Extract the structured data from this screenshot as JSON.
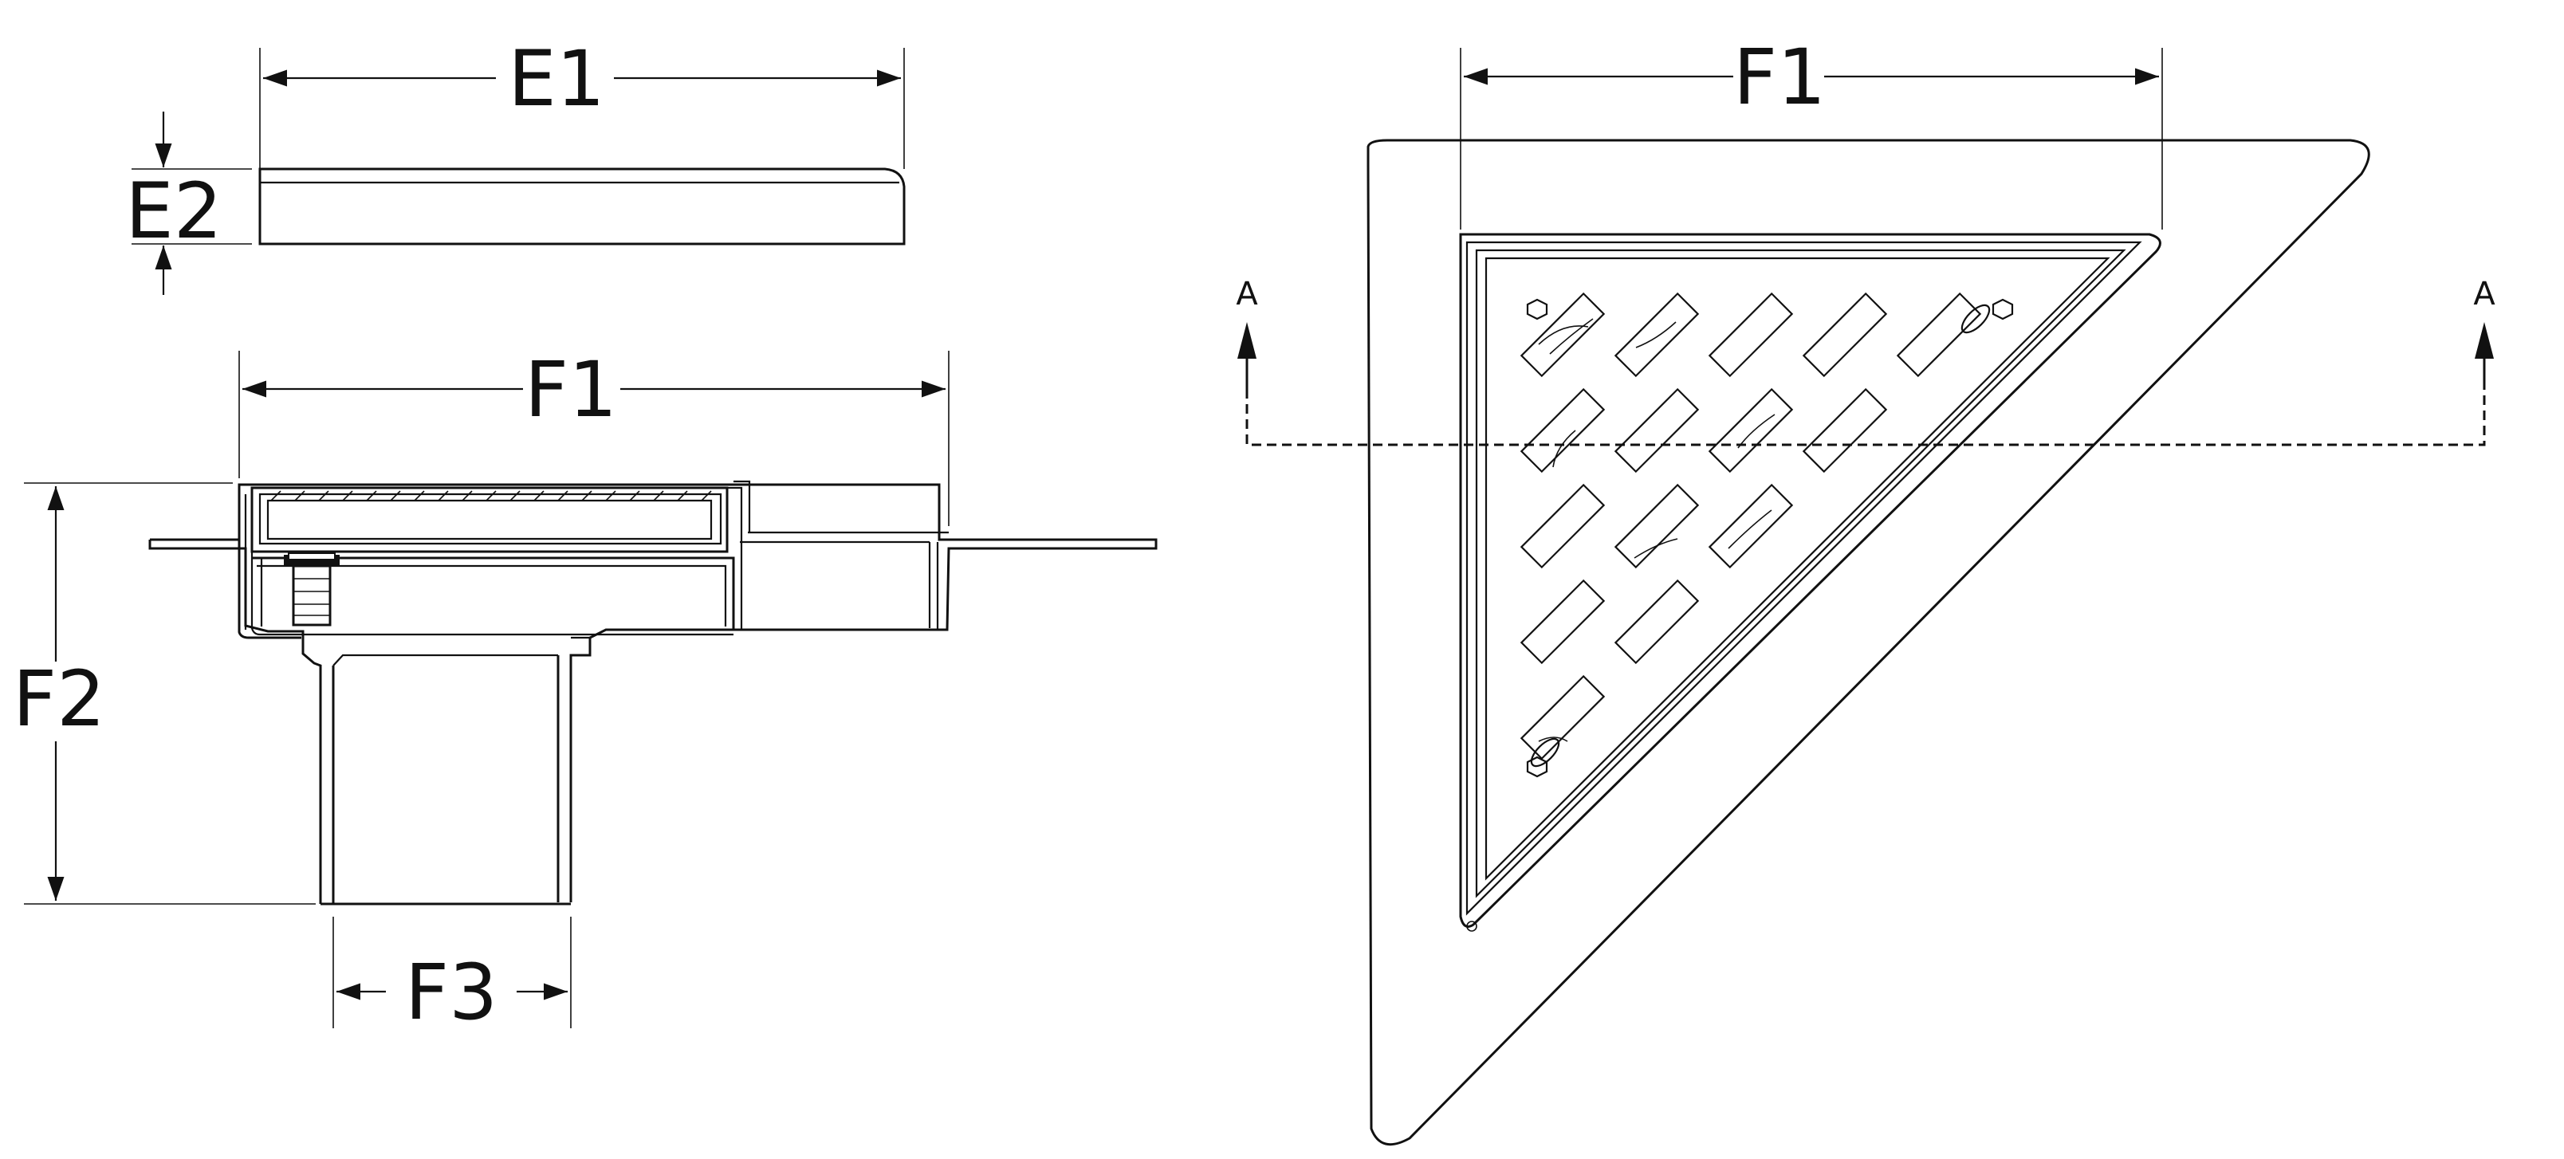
{
  "dimensions": {
    "e1": "E1",
    "e2": "E2",
    "f1_side": "F1",
    "f1_top": "F1",
    "f2": "F2",
    "f3": "F3"
  },
  "section": {
    "left_marker": "A",
    "right_marker": "A"
  }
}
